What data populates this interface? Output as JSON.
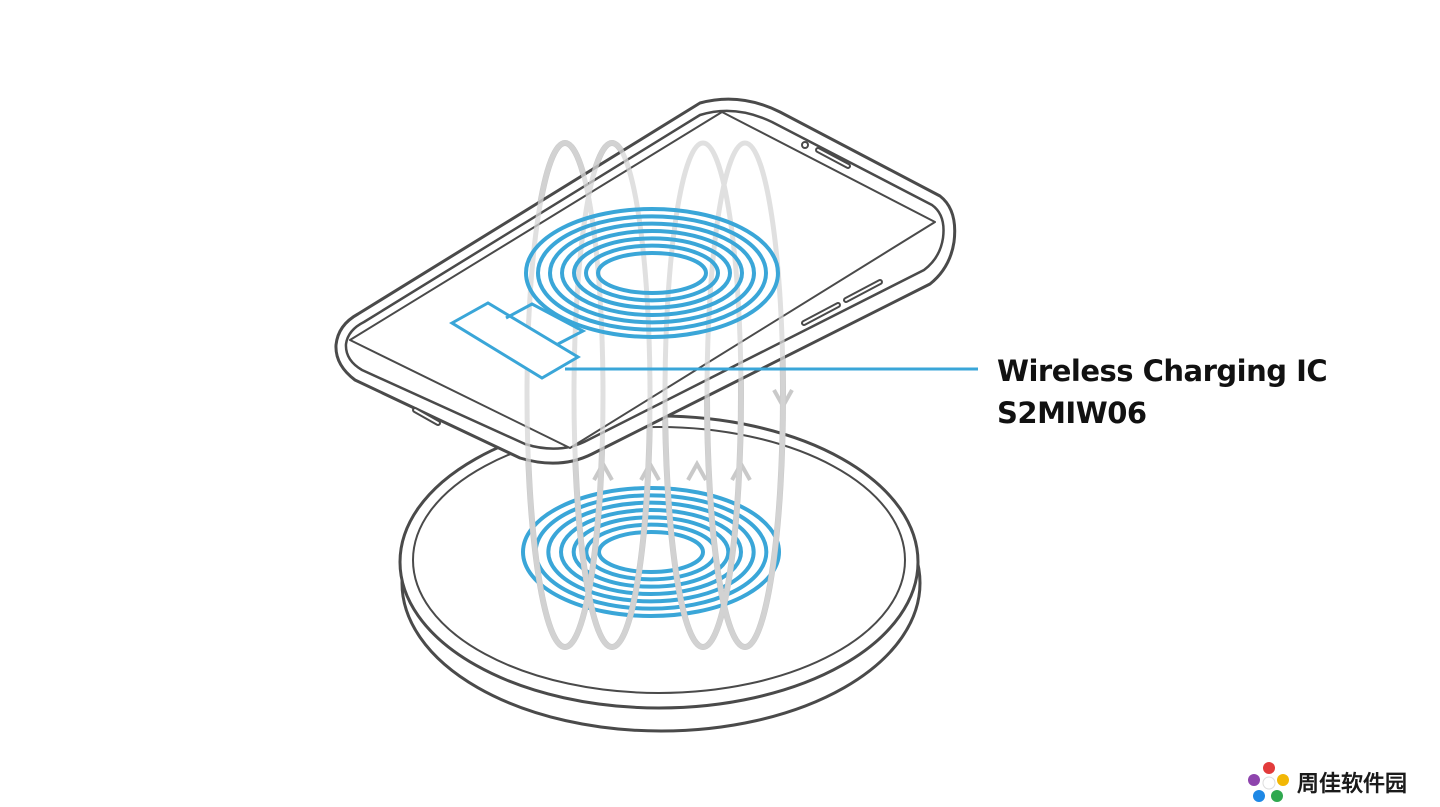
{
  "callout": {
    "line1": "Wireless Charging IC",
    "line2": "S2MIW06"
  },
  "watermark": {
    "text": "周佳软件园"
  },
  "colors": {
    "coil": "#3aa6d8",
    "outline": "#4a4a4a",
    "field": "#c9c9c9",
    "callout_text": "#111111"
  },
  "icons": [
    "smartphone-icon",
    "charging-pad-icon",
    "receiver-coil-icon",
    "transmitter-coil-icon",
    "watermark-logo-icon"
  ]
}
